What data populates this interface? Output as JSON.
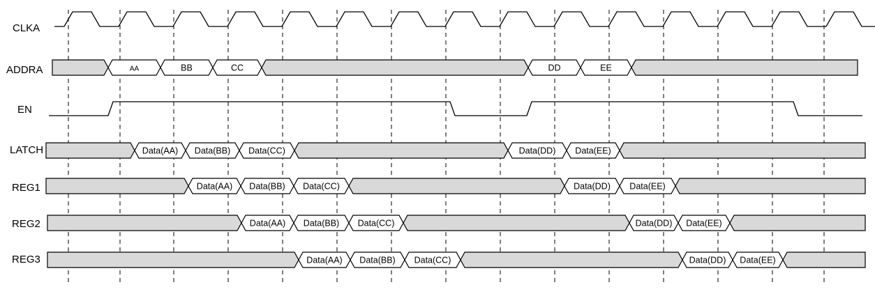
{
  "colors": {
    "bus_fill": "#d9d9d9",
    "line": "#000000",
    "background": "#ffffff"
  },
  "signals": [
    {
      "id": "clka",
      "label": "CLKA",
      "type": "clock"
    },
    {
      "id": "addra",
      "label": "ADDRA",
      "type": "bus",
      "segments": [
        {
          "text": ""
        },
        {
          "text": "AA"
        },
        {
          "text": "BB"
        },
        {
          "text": "CC"
        },
        {
          "text": ""
        },
        {
          "text": "DD"
        },
        {
          "text": "EE"
        },
        {
          "text": ""
        }
      ]
    },
    {
      "id": "en",
      "label": "EN",
      "type": "level"
    },
    {
      "id": "latch",
      "label": "LATCH",
      "type": "bus",
      "segments": [
        {
          "text": ""
        },
        {
          "text": "Data(AA)"
        },
        {
          "text": "Data(BB)"
        },
        {
          "text": "Data(CC)"
        },
        {
          "text": ""
        },
        {
          "text": "Data(DD)"
        },
        {
          "text": "Data(EE)"
        },
        {
          "text": ""
        }
      ]
    },
    {
      "id": "reg1",
      "label": "REG1",
      "type": "bus",
      "segments": [
        {
          "text": ""
        },
        {
          "text": "Data(AA)"
        },
        {
          "text": "Data(BB)"
        },
        {
          "text": "Data(CC)"
        },
        {
          "text": ""
        },
        {
          "text": "Data(DD)"
        },
        {
          "text": "Data(EE)"
        },
        {
          "text": ""
        }
      ]
    },
    {
      "id": "reg2",
      "label": "REG2",
      "type": "bus",
      "segments": [
        {
          "text": ""
        },
        {
          "text": "Data(AA)"
        },
        {
          "text": "Data(BB)"
        },
        {
          "text": "Data(CC)"
        },
        {
          "text": ""
        },
        {
          "text": "Data(DD)"
        },
        {
          "text": "Data(EE)"
        },
        {
          "text": ""
        }
      ]
    },
    {
      "id": "reg3",
      "label": "REG3",
      "type": "bus",
      "segments": [
        {
          "text": ""
        },
        {
          "text": "Data(AA)"
        },
        {
          "text": "Data(BB)"
        },
        {
          "text": "Data(CC)"
        },
        {
          "text": ""
        },
        {
          "text": "Data(DD)"
        },
        {
          "text": "Data(EE)"
        },
        {
          "text": ""
        }
      ]
    }
  ]
}
